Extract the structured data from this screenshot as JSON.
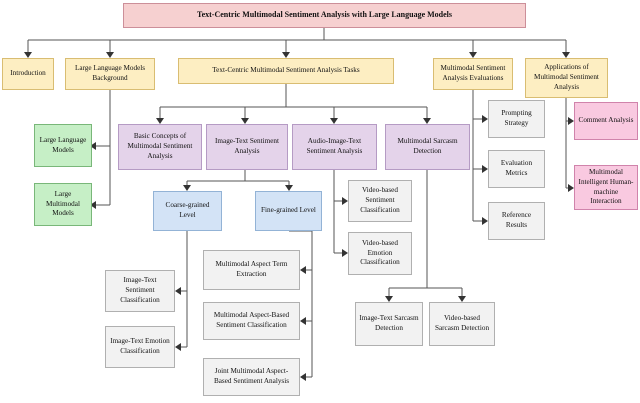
{
  "diagram": {
    "title": "Text-Centric Multimodal Sentiment Analysis with Large Language Models",
    "type": "taxonomy-tree-diagram",
    "colors": {
      "root": "#f6d0d0",
      "section": "#fdeec2",
      "model": "#c6efc6",
      "task": "#e4d3ea",
      "granularity": "#d3e3f6",
      "leaf": "#f2f2f2",
      "application": "#f9c9e0",
      "connector": "#555555"
    },
    "root": {
      "label": "Text-Centric Multimodal Sentiment Analysis with Large Language Models"
    },
    "sections": [
      {
        "label": "Introduction"
      },
      {
        "label": "Large Language Models Background"
      },
      {
        "label": "Text-Centric Multimodal Sentiment Analysis Tasks"
      },
      {
        "label": "Multimodal Sentiment Analysis Evaluations"
      },
      {
        "label": "Applications of Multimodal  Sentiment Analysis"
      }
    ],
    "background_models": [
      {
        "label": "Large Language Models"
      },
      {
        "label": "Large Multimodal Models"
      }
    ],
    "tasks": [
      {
        "label": "Basic Concepts of Multimodal Sentiment Analysis"
      },
      {
        "label": "Image-Text Sentiment Analysis"
      },
      {
        "label": "Audio-Image-Text Sentiment Analysis"
      },
      {
        "label": "Multimodal Sarcasm Detection"
      }
    ],
    "granularity": [
      {
        "label": "Coarse-grained Level"
      },
      {
        "label": "Fine-grained Level"
      }
    ],
    "coarse_leaves": [
      {
        "label": "Image-Text Sentiment Classification"
      },
      {
        "label": "Image-Text Emotion Classification"
      }
    ],
    "fine_leaves": [
      {
        "label": "Multimodal Aspect Term Extraction"
      },
      {
        "label": "Multimodal Aspect-Based Sentiment Classification"
      },
      {
        "label": "Joint Multimodal Aspect-Based Sentiment Analysis"
      }
    ],
    "audio_image_text_leaves": [
      {
        "label": "Video-based Sentiment Classification"
      },
      {
        "label": "Video-based Emotion Classification"
      }
    ],
    "sarcasm_leaves": [
      {
        "label": "Image-Text Sarcasm Detection"
      },
      {
        "label": "Video-based Sarcasm Detection"
      }
    ],
    "evaluation_leaves": [
      {
        "label": "Prompting Strategy"
      },
      {
        "label": "Evaluation Metrics"
      },
      {
        "label": "Reference Results"
      }
    ],
    "application_leaves": [
      {
        "label": "Comment Analysis"
      },
      {
        "label": "Multimodal Intelligent Human-machine Interaction"
      }
    ]
  }
}
